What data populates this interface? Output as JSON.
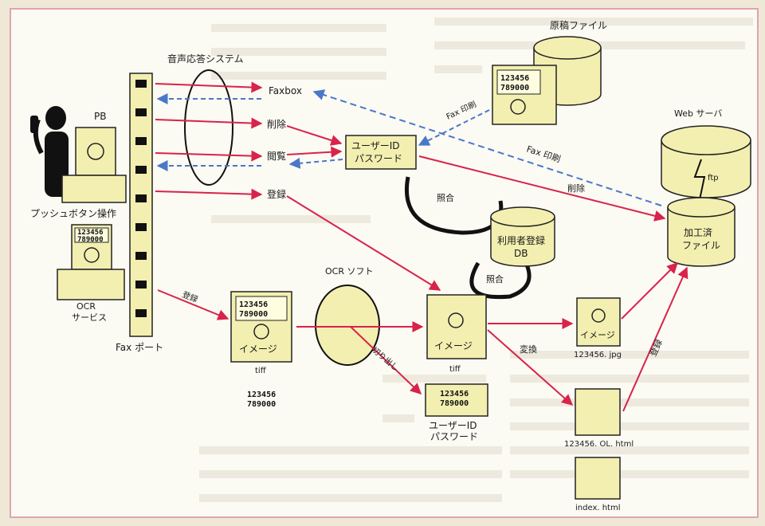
{
  "background_text": [
    "[background article text, blurred]"
  ],
  "labels": {
    "pb": "PB",
    "push_button": "プッシュボタン操作",
    "voice_system": "音声応答システム",
    "ocr_service_1": "OCR",
    "ocr_service_2": "サービス",
    "fax_port": "Fax ポート",
    "faxbox": "Faxbox",
    "delete_1": "削除",
    "browse": "閲覧",
    "register_1": "登録",
    "user_id_1": "ユーザーID",
    "password_1": "パスワード",
    "collate_1": "照合",
    "collate_2": "照合",
    "original_file": "原稿ファイル",
    "fax_print_1": "Fax 印刷",
    "fax_print_2": "Fax 印刷",
    "delete_2": "削除",
    "web_server": "Web サーバ",
    "ftp": "ftp",
    "user_db_1": "利用者登録",
    "user_db_2": "DB",
    "processed_1": "加工済",
    "processed_2": "ファイル",
    "register_2": "登録",
    "ocr_soft": "OCR ソフト",
    "tiff_1": "tiff",
    "tiff_2": "tiff",
    "image_1": "イメージ",
    "image_2": "イメージ",
    "image_3": "イメージ",
    "cut_out": "切り出し",
    "convert": "変換",
    "register_3": "登録",
    "user_id_2": "ユーザーID",
    "password_2": "パスワード",
    "file_jpg": "123456. jpg",
    "file_ol_html": "123456. OL. html",
    "file_index_html": "index. html"
  },
  "codes": {
    "line1": "123456",
    "line2": "789000",
    "scan_line1": "123456",
    "scan_line2": "789000"
  },
  "colors": {
    "box_fill": "#f3efb0",
    "arrow_red": "#d8234a",
    "arrow_blue": "#4a78c8",
    "border": "#e0a4b0"
  }
}
